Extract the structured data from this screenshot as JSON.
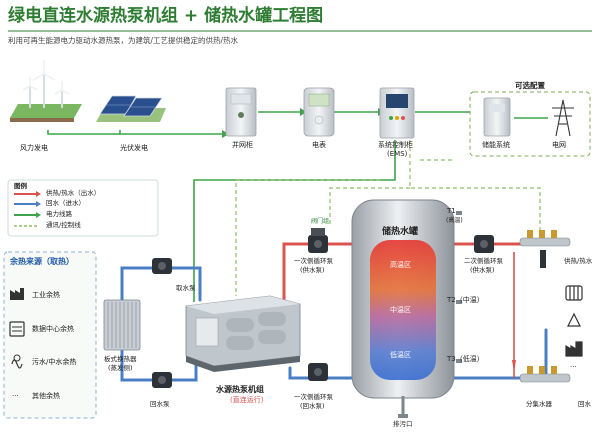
{
  "header": {
    "title": "绿电直连水源热泵机组 + 储热水罐工程图",
    "subtitle": "利用可再生能源电力驱动水源热泵，为建筑/工艺提供稳定的供热/热水"
  },
  "power_chain": {
    "wind_label": "风力发电",
    "pv_label": "光伏发电",
    "grid_cabinet_label": "并网柜",
    "meter_label": "电表",
    "ems_label_line1": "系统控制柜",
    "ems_label_line2": "(EMS)"
  },
  "optional": {
    "title": "可选配置",
    "storage_label": "储能系统",
    "grid_label": "电网"
  },
  "legend": {
    "title": "图例",
    "items": [
      {
        "label": "供热/热水（出水）",
        "color": "#d9534f"
      },
      {
        "label": "回水（进水）",
        "color": "#4a7fc4"
      },
      {
        "label": "电力线路",
        "color": "#3ea34a"
      },
      {
        "label": "通讯/控制线",
        "color": "#8fbf6a"
      }
    ]
  },
  "waste_heat": {
    "title": "余热来源（取热）",
    "items": [
      "工业余热",
      "数据中心余热",
      "污水/中水余热",
      "其他余热"
    ]
  },
  "components": {
    "pump_intake": "取水泵",
    "pump_return": "回水泵",
    "plate_hx_line1": "板式换热器",
    "plate_hx_line2": "(蒸发侧)",
    "heat_pump_line1": "水源热泵机组",
    "heat_pump_line2": "(直连运行)",
    "primary_supply_line1": "一次侧循环泵",
    "primary_supply_line2": "(供水泵)",
    "primary_return_line1": "一次侧循环泵",
    "primary_return_line2": "(回水泵)",
    "tank_title": "储热水罐",
    "high_zone": "高温区",
    "mid_zone": "中温区",
    "low_zone": "低温区",
    "t1": "T1",
    "t1_sub": "(高温)",
    "t2": "T2（中温）",
    "t3": "T3（低温）",
    "drain": "排污口",
    "secondary_pump_line1": "二次侧循环泵",
    "secondary_pump_line2": "(供水泵)",
    "distributor": "分集水器",
    "supply_out": "供热/热水",
    "return_in": "回水",
    "valve_mark": "阀门组",
    "ellipsis": "···"
  },
  "colors": {
    "brand_green": "#2e7d32",
    "hot": "#d9534f",
    "cold": "#4a7fc4",
    "power": "#3ea34a",
    "control": "#8fbf6a"
  }
}
